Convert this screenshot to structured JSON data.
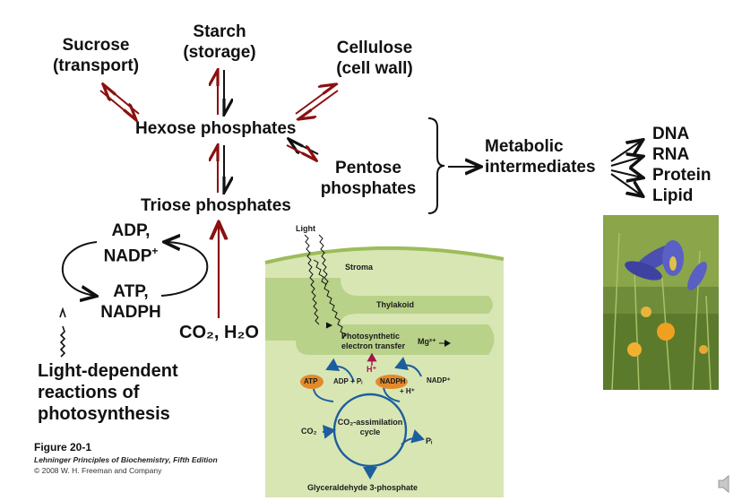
{
  "nodes": {
    "sucrose": [
      "Sucrose",
      "(transport)"
    ],
    "starch": [
      "Starch",
      "(storage)"
    ],
    "cellulose": [
      "Cellulose",
      "(cell wall)"
    ],
    "hexose": "Hexose phosphates",
    "pentose": [
      "Pentose",
      "phosphates"
    ],
    "metabolic": [
      "Metabolic",
      "intermediates"
    ],
    "triose": "Triose phosphates",
    "adp_nadp": [
      "ADP,",
      "NADP",
      "+"
    ],
    "atp_nadph": [
      "ATP,",
      "NADPH"
    ],
    "co2_h2o": "CO₂, H₂O",
    "light_dependent": [
      "Light-dependent",
      "reactions of",
      "photosynthesis"
    ]
  },
  "products": [
    "DNA",
    "RNA",
    "Protein",
    "Lipid"
  ],
  "chloroplast": {
    "light": "Light",
    "stroma": "Stroma",
    "thylakoid": "Thylakoid",
    "electron_transfer": [
      "Photosynthetic",
      "electron transfer"
    ],
    "mg": "Mg²⁺",
    "h_plus": "H⁺",
    "atp": "ATP",
    "adp_pi": "ADP + Pᵢ",
    "nadph": "NADPH",
    "h_plus_2": "+ H⁺",
    "nadp_plus": "NADP⁺",
    "co2": "CO₂",
    "cycle": [
      "CO₂-assimilation",
      "cycle"
    ],
    "pi": "Pᵢ",
    "gap": "Glyceraldehyde 3-phosphate"
  },
  "caption": {
    "figure": "Figure 20-1",
    "book": "Lehninger Principles of Biochemistry, Fifth Edition",
    "copyright": "© 2008 W. H. Freeman and Company"
  },
  "colors": {
    "arrow_red": "#8b1010",
    "arrow_black": "#111111",
    "stroma_green": "#d8e6b4",
    "thylakoid_green": "#b9d289",
    "membrane_green": "#9dbc5a",
    "cycle_blue": "#1d5e9c",
    "orange_oval": "#e38a2a"
  }
}
